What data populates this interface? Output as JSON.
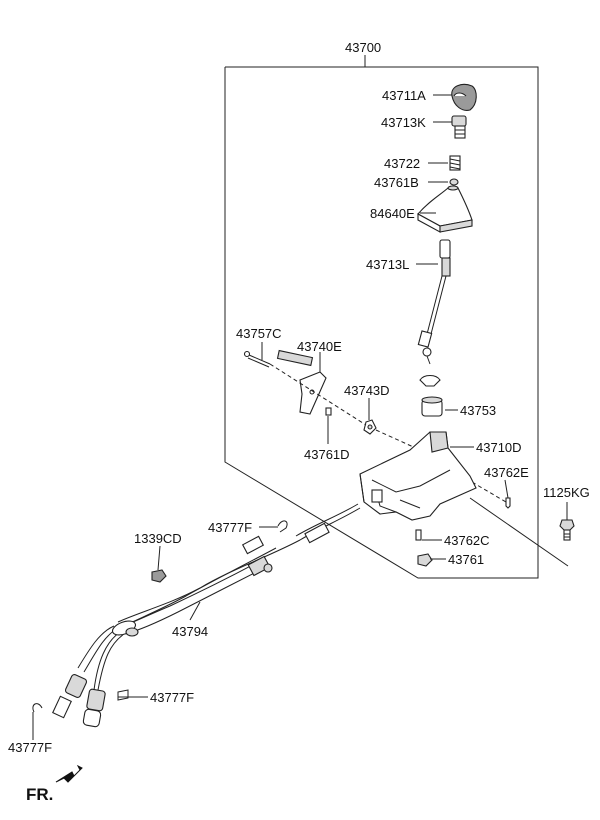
{
  "diagram": {
    "assembly_label": "43700",
    "labels": {
      "knob": "43711A",
      "knob_insert": "43713K",
      "spring": "43722",
      "bushing_top": "43761B",
      "boot": "84640E",
      "lever": "43713L",
      "pin": "43757C",
      "bracket": "43740E",
      "clip": "43743D",
      "bushing_lever": "43753",
      "bushing_small": "43761D",
      "housing": "43710D",
      "screw_right": "43762E",
      "bolt": "1125KG",
      "clip_upper": "43777F",
      "pin_bottom": "43762C",
      "nut": "1339CD",
      "bushing_bottom": "43761",
      "cable": "43794",
      "clip_mid": "43777F",
      "clip_lower": "43777F"
    },
    "front_marker": "FR."
  }
}
